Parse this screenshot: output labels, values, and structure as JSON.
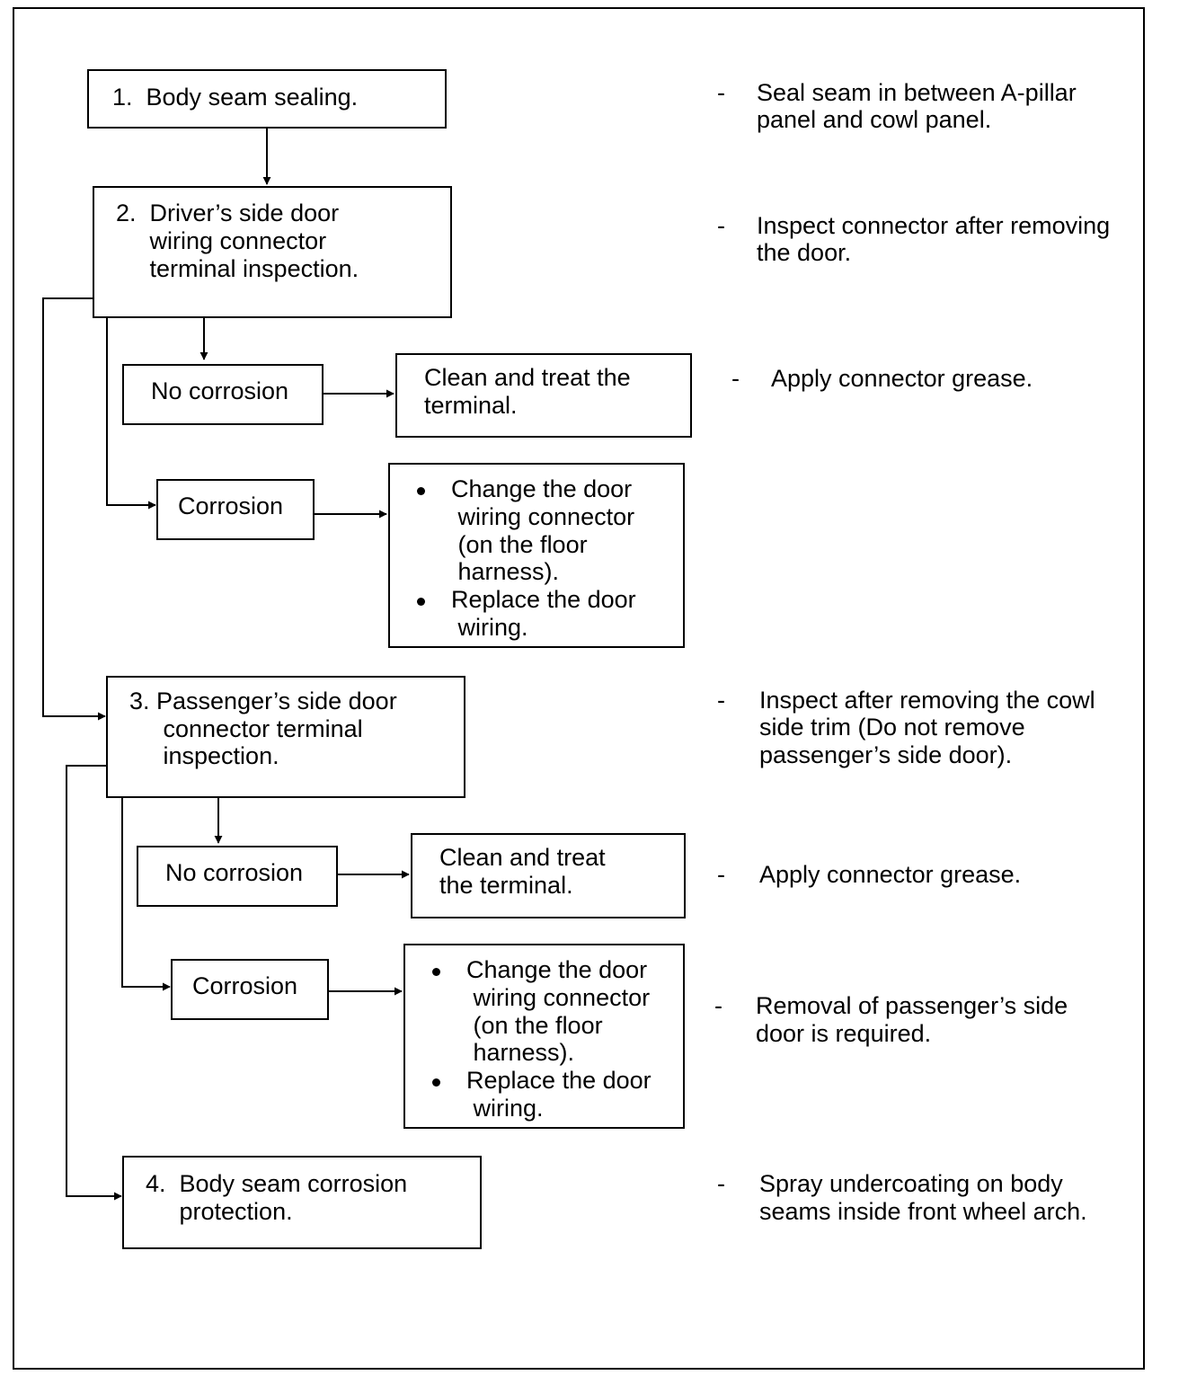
{
  "steps": {
    "s1": "1.  Body seam sealing.",
    "s2": [
      "2.  Driver’s side door",
      "     wiring connector",
      "     terminal inspection."
    ],
    "s3": [
      "3. Passenger’s side door",
      "     connector terminal",
      "     inspection."
    ],
    "s4": [
      "4.  Body seam corrosion",
      "     protection."
    ]
  },
  "branches": {
    "driver": {
      "no_corrosion": "No corrosion",
      "clean": [
        "Clean and treat the",
        "terminal."
      ],
      "corrosion": "Corrosion",
      "action": [
        "Change the door",
        " wiring connector",
        " (on the floor",
        " harness).",
        "Replace the door",
        " wiring."
      ]
    },
    "passenger": {
      "no_corrosion": "No corrosion",
      "clean": [
        "Clean and treat",
        "the terminal."
      ],
      "corrosion": "Corrosion",
      "action": [
        "Change the door",
        " wiring connector",
        " (on the floor",
        " harness).",
        "Replace the door",
        " wiring."
      ]
    }
  },
  "notes": {
    "dash": "-",
    "n1": [
      "Seal seam in between A-pillar",
      "panel and cowl panel."
    ],
    "n2": [
      "Inspect connector after removing",
      "the door."
    ],
    "n3": "Apply connector grease.",
    "n4": [
      "Inspect after removing the cowl",
      "side trim (Do not remove",
      "passenger’s side door)."
    ],
    "n5": "Apply connector grease.",
    "n6": [
      "Removal of passenger’s side",
      "door is required."
    ],
    "n7": [
      "Spray undercoating on body",
      "seams inside front wheel arch."
    ]
  }
}
